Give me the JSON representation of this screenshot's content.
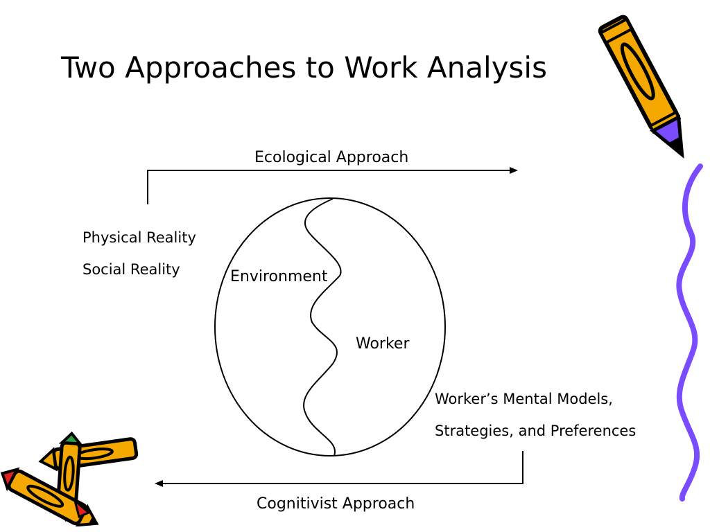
{
  "slide": {
    "title": "Two Approaches to Work Analysis"
  },
  "diagram": {
    "top_arrow_label": "Ecological Approach",
    "bottom_arrow_label": "Cognitivist Approach",
    "left_labels": [
      "Physical Reality",
      "Social Reality"
    ],
    "right_labels": [
      "Worker’s Mental Models,",
      "Strategies, and Preferences"
    ],
    "circle_labels": {
      "environment": "Environment",
      "worker": "Worker"
    }
  },
  "decorations": {
    "pencil_fill_color": "#f4a800",
    "pencil_tip_color": "#7a4cff",
    "squiggle_color": "#7a4cff",
    "eraser_green": "#2ea043",
    "eraser_red": "#e02020",
    "icon_names": [
      "pencil-icon",
      "squiggle-line-icon",
      "crossed-pencils-icon"
    ]
  }
}
